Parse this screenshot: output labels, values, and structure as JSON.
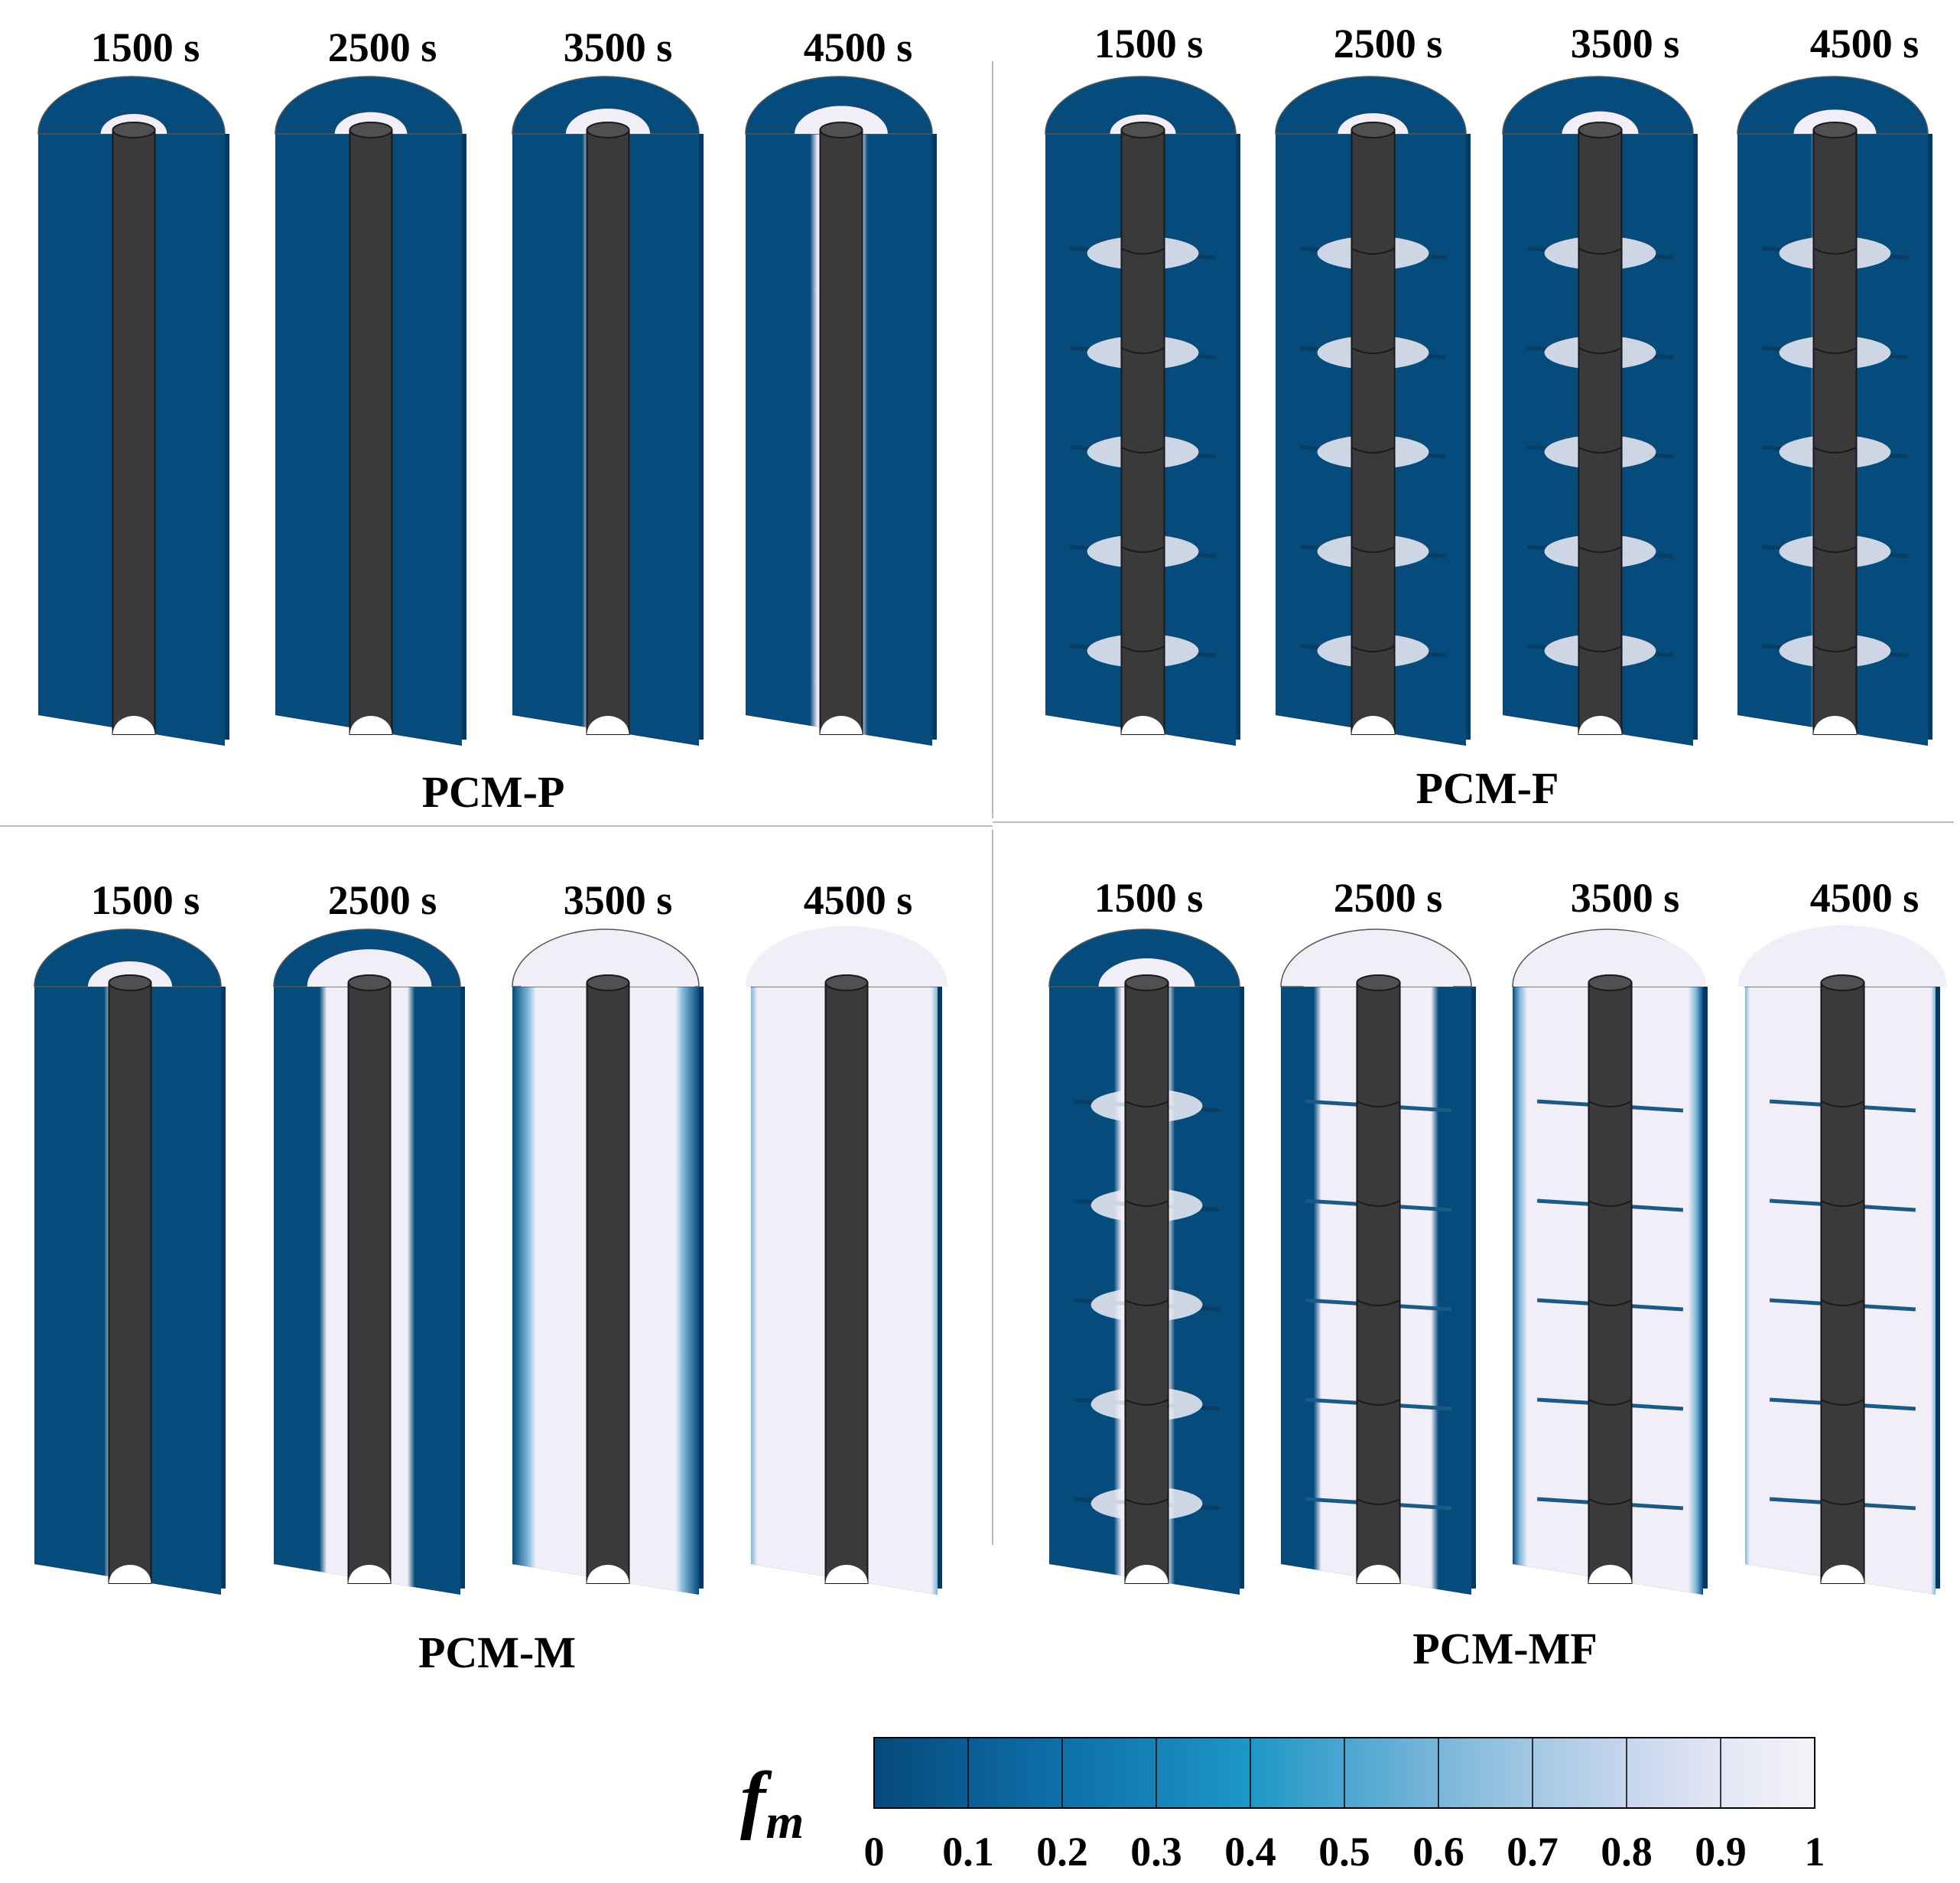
{
  "panels": [
    {
      "name": "PCM-P",
      "times": [
        "1500 s",
        "2500 s",
        "3500 s",
        "4500 s"
      ],
      "fins": false,
      "melt": [
        0.06,
        0.1,
        0.18,
        0.24
      ]
    },
    {
      "name": "PCM-F",
      "times": [
        "1500 s",
        "2500 s",
        "3500 s",
        "4500 s"
      ],
      "fins": true,
      "melt": [
        0.05,
        0.08,
        0.12,
        0.16
      ]
    },
    {
      "name": "PCM-M",
      "times": [
        "1500 s",
        "2500 s",
        "3500 s",
        "4500 s"
      ],
      "fins": false,
      "melt": [
        0.18,
        0.45,
        0.78,
        0.97
      ]
    },
    {
      "name": "PCM-MF",
      "times": [
        "1500 s",
        "2500 s",
        "3500 s",
        "4500 s"
      ],
      "fins": true,
      "melt": [
        0.25,
        0.6,
        0.88,
        0.99
      ]
    }
  ],
  "colorbar": {
    "symbol": "f",
    "subscript": "m",
    "ticks": [
      "0",
      "0.1",
      "0.2",
      "0.3",
      "0.4",
      "0.5",
      "0.6",
      "0.7",
      "0.8",
      "0.9",
      "1"
    ],
    "colors": [
      "#06497a",
      "#0a5d94",
      "#0e70a8",
      "#1583b7",
      "#1d98c6",
      "#4ba6d0",
      "#79b6d9",
      "#a3c8e3",
      "#c6d6ed",
      "#e3e6f4",
      "#f4f3f9"
    ]
  },
  "colors": {
    "solid_pcm": "#054b7c",
    "liquid_pcm": "#f1eef7",
    "tube": "#3a3a3c",
    "tube_edge": "#1a1a1a",
    "divider": "#bbbbbb"
  }
}
